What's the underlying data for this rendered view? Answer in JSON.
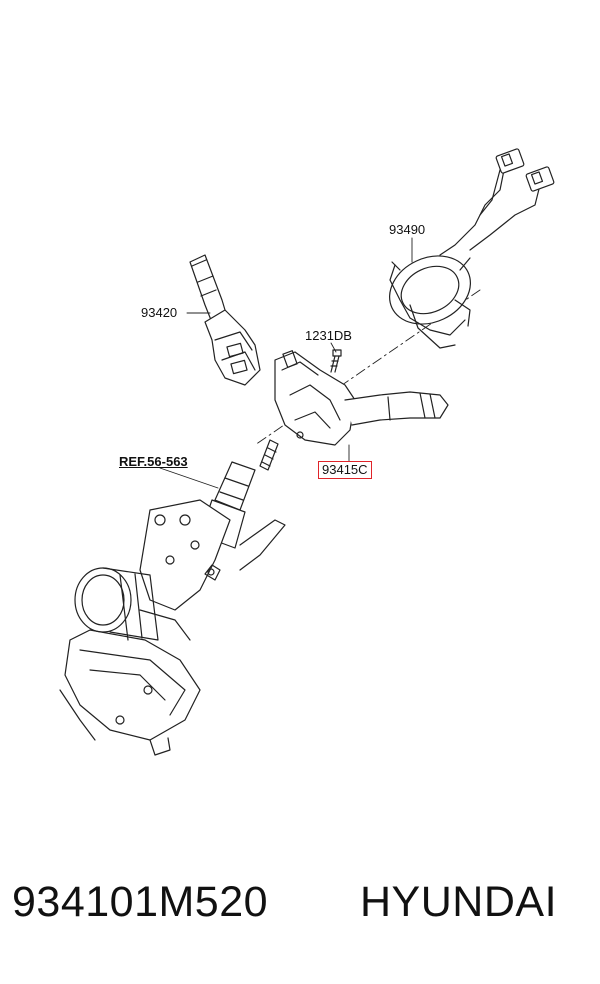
{
  "diagram": {
    "callouts": {
      "clock_spring": "93490",
      "light_switch": "93420",
      "screw": "1231DB",
      "wiper_switch": "93415C",
      "column_ref": "REF.56-563"
    },
    "highlight_color": "#e0242a"
  },
  "footer": {
    "part_number": "934101M520",
    "brand": "HYUNDAI"
  }
}
